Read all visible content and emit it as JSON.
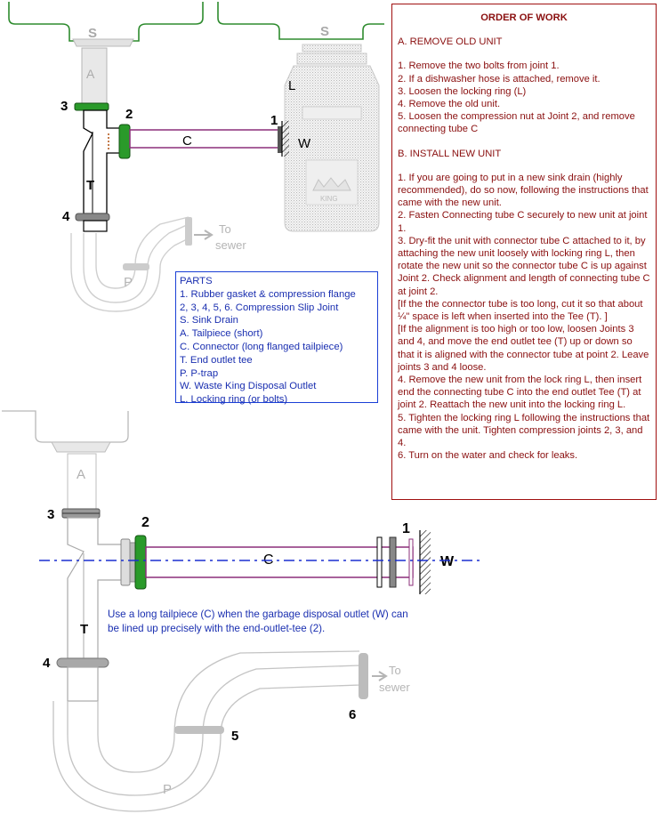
{
  "labels": {
    "sink_left": "S",
    "sink_right": "S",
    "tailpiece_top": "A",
    "tailpiece_bottom": "A",
    "locking_ring": "L",
    "tee_top": "T",
    "tee_bottom": "T",
    "ptrap_top": "P",
    "ptrap_bottom": "P",
    "connector_top": "C",
    "connector_bottom": "C",
    "outlet_top": "W",
    "outlet_bottom": "W",
    "joint1_top": "1",
    "joint2_top": "2",
    "joint3_top": "3",
    "joint4_top": "4",
    "joint1_bottom": "1",
    "joint2_bottom": "2",
    "joint3_bottom": "3",
    "joint4_bottom": "4",
    "joint5_bottom": "5",
    "joint6_bottom": "6",
    "to_sewer_top": [
      "To",
      "sewer"
    ],
    "to_sewer_bottom": [
      "To",
      "sewer"
    ]
  },
  "parts": {
    "title": "PARTS",
    "items": [
      "1.  Rubber gasket & compression flange",
      "2, 3, 4, 5, 6.  Compression Slip Joint",
      "S.  Sink Drain",
      "A.  Tailpiece (short)",
      "C.  Connector (long flanged tailpiece)",
      "T.  End outlet tee",
      "P.  P-trap",
      "W.  Waste King Disposal Outlet",
      "L.  Locking ring (or bolts)"
    ]
  },
  "order_of_work": {
    "title": "ORDER OF WORK",
    "section_a": {
      "heading": "A. REMOVE OLD UNIT",
      "steps": [
        "1. Remove the two bolts from joint 1.",
        "2.  If a dishwasher hose is attached, remove it.",
        "3. Loosen the locking ring (L)",
        "4.  Remove the old unit.",
        "5.  Loosen the compression nut at Joint 2, and remove connecting tube C"
      ]
    },
    "section_b": {
      "heading": "B. INSTALL NEW UNIT",
      "steps": [
        "1.  If you are going to put in a new sink drain (highly recommended), do so now, following the instructions that came with the new unit.",
        "2.  Fasten Connecting tube C securely to new unit at joint 1.",
        "3.  Dry-fit the unit with connector tube C attached to it, by attaching the new unit loosely with locking ring L, then rotate the new unit so the connector tube C is up against Joint 2.  Check alignment and length of connecting tube C at joint 2.",
        "[If the the connector tube is too long, cut it so that about ¼\" space is left when inserted into the Tee (T). ]",
        "[If the alignment is too high or too low, loosen Joints 3 and 4, and move the  end outlet tee (T) up or down so that it is aligned with the connector tube at point 2.  Leave joints 3 and 4 loose.",
        "4.  Remove the new unit from the lock ring  L, then insert end the connecting tube C into the end outlet Tee (T) at joint 2.  Reattach the new unit into the locking ring L.",
        "5.  Tighten the locking ring L following the instructions that came with the unit.  Tighten compression joints 2, 3, and 4.",
        "6.  Turn on the water and check for leaks."
      ]
    }
  },
  "caption": "Use a long tailpiece (C) when the garbage disposal outlet (W) can be lined up precisely with the end-outlet-tee (2).",
  "colors": {
    "sink": "#2e8b2e",
    "gasket": "#2a9a2a",
    "connector": "#8b2f7a",
    "pipe": "#c8c8c8",
    "nut": "#888888",
    "parts_text": "#1a2fb0",
    "order_text": "#8a0f0f",
    "centerline": "#1a2fd0"
  }
}
